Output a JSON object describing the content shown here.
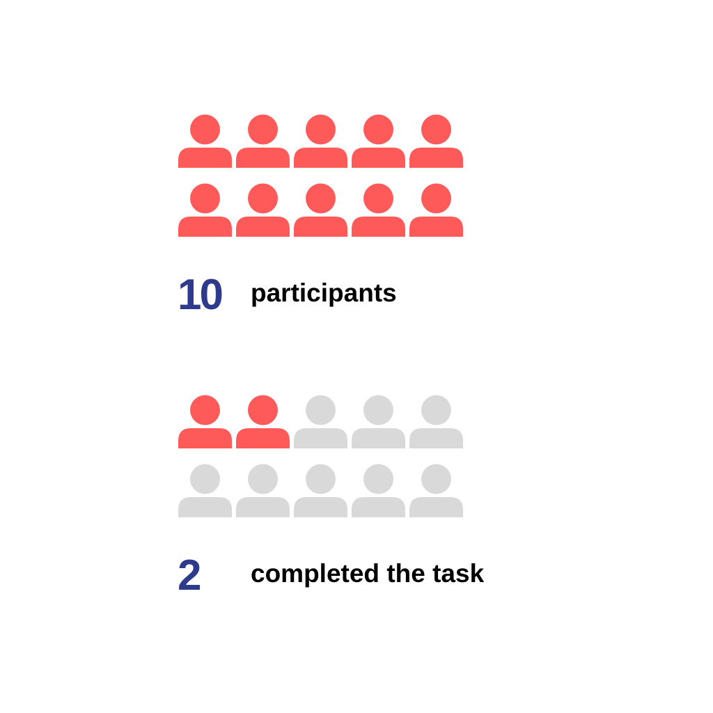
{
  "colors": {
    "highlight": "#ff5a5a",
    "muted": "#d9d9d9",
    "number": "#2e3a8c",
    "label": "#000000"
  },
  "icon": "person-icon",
  "stats": [
    {
      "number": "10",
      "label": "participants",
      "highlighted": 10,
      "total": 10
    },
    {
      "number": "2",
      "label": "completed the task",
      "highlighted": 2,
      "total": 10
    }
  ]
}
